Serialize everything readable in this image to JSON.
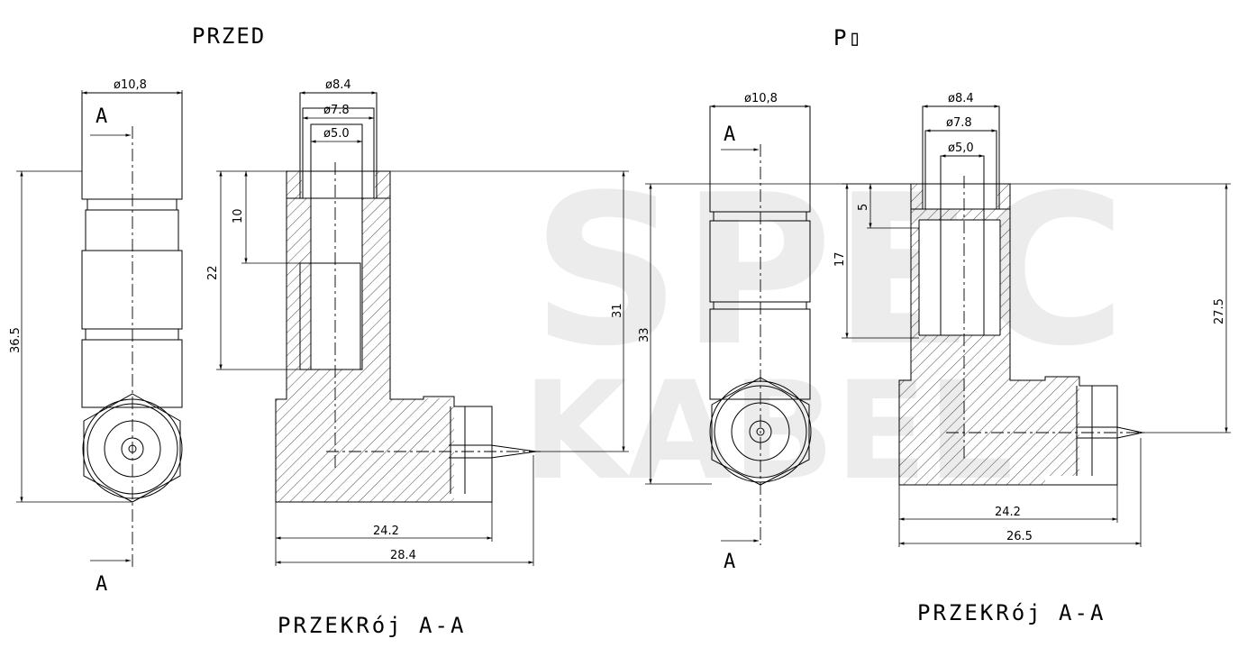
{
  "views": {
    "before_title": "PRZED",
    "after_title": "P▯",
    "section_label_before": "PRZEKRÓJ A-A",
    "section_label_after": "PRZEKRÓJ A-A",
    "section_label_before_display": "PRZEKRój A-A",
    "section_label_after_display": "PRZEKRój A-A",
    "cut_mark": "A"
  },
  "watermark": {
    "line1": "SPEC",
    "line2": "KABEL",
    "color": "#ececec"
  },
  "dimensions_before": {
    "top_diameter_outer": "ø10,8",
    "sec_diameter_1": "ø8.4",
    "sec_diameter_2": "ø7.8",
    "sec_diameter_3": "ø5.0",
    "height_total": "36.5",
    "depth_10": "10",
    "depth_22": "22",
    "height_31": "31",
    "width_24_2": "24.2",
    "width_28_4": "28.4"
  },
  "dimensions_after": {
    "top_diameter_outer": "ø10,8",
    "sec_diameter_1": "ø8.4",
    "sec_diameter_2": "ø7.8",
    "sec_diameter_3": "ø5,0",
    "height_total": "33",
    "depth_5": "5",
    "depth_17": "17",
    "height_27_5": "27.5",
    "width_24_2": "24.2",
    "width_26_5": "26.5"
  }
}
